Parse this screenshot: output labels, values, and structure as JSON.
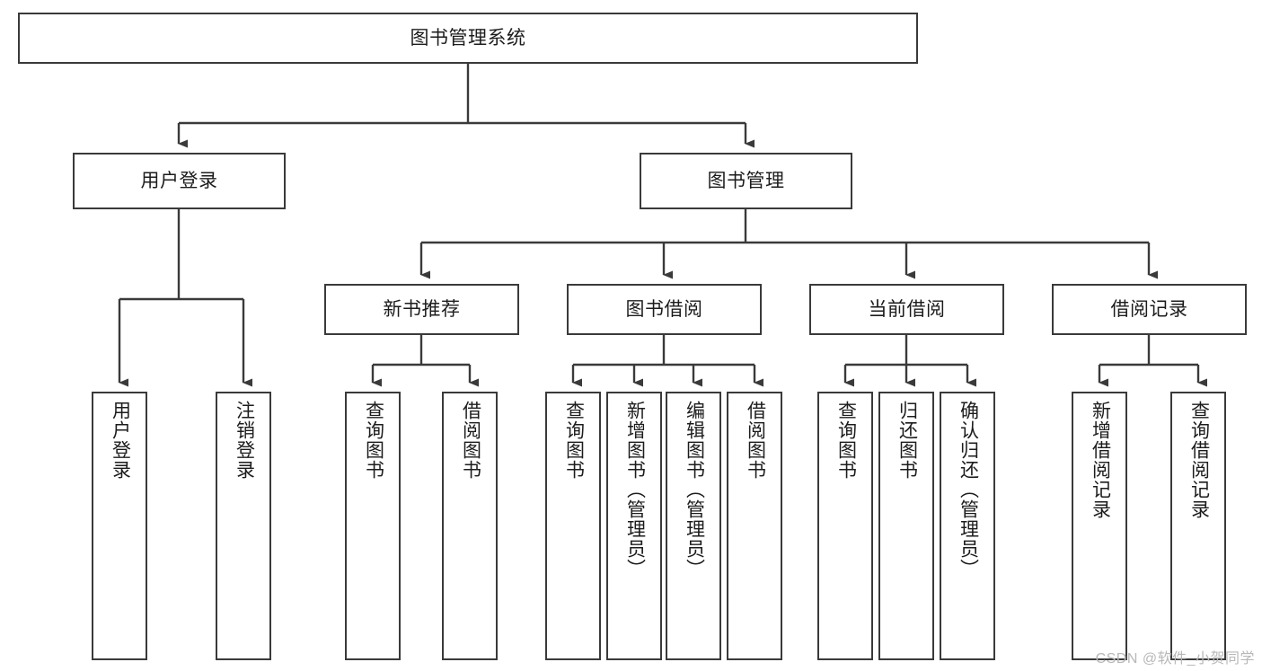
{
  "diagram": {
    "title": "图书管理系统",
    "watermark": "CSDN @软件_小贺同学",
    "colors": {
      "stroke": "#3a3a3a",
      "fill": "#ffffff",
      "text": "#1c1c1c",
      "watermark": "#b8b8b8"
    },
    "levels": {
      "root": {
        "label": "图书管理系统"
      },
      "level2": [
        {
          "label": "用户登录"
        },
        {
          "label": "图书管理"
        }
      ],
      "level3": [
        {
          "label": "新书推荐"
        },
        {
          "label": "图书借阅"
        },
        {
          "label": "当前借阅"
        },
        {
          "label": "借阅记录"
        }
      ],
      "leaves": [
        {
          "label": "用户登录"
        },
        {
          "label": "注销登录"
        },
        {
          "label": "查询图书"
        },
        {
          "label": "借阅图书"
        },
        {
          "label": "查询图书"
        },
        {
          "label": "新增图书（管理员）"
        },
        {
          "label": "编辑图书（管理员）"
        },
        {
          "label": "借阅图书"
        },
        {
          "label": "查询图书"
        },
        {
          "label": "归还图书"
        },
        {
          "label": "确认归还（管理员）"
        },
        {
          "label": "新增借阅记录"
        },
        {
          "label": "查询借阅记录"
        }
      ]
    }
  }
}
